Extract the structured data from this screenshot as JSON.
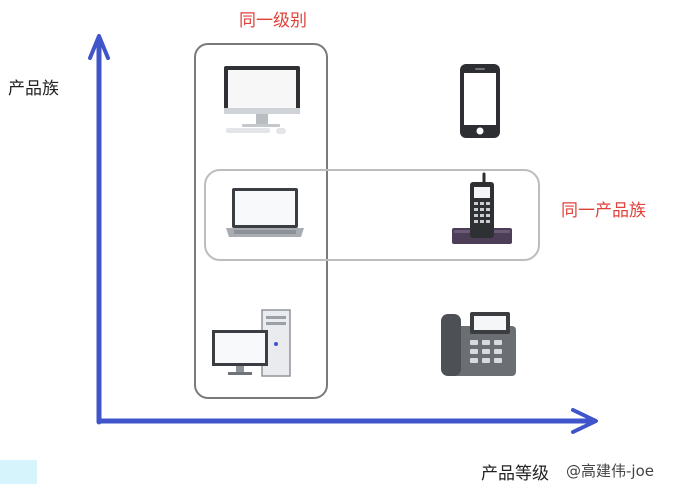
{
  "labels": {
    "same_level": "同一级别",
    "product_family_axis": "产品族",
    "same_product_family": "同一产品族",
    "product_level_axis": "产品等级"
  },
  "watermark": "@高建伟-joe",
  "colors": {
    "axis": "#3f55c9",
    "highlight_text": "#e0423a",
    "level_box": "#7a7a7a",
    "family_box": "#bdbdbd"
  },
  "grid": {
    "rows": [
      "row-1",
      "row-2",
      "row-3"
    ],
    "cells": [
      {
        "row": 1,
        "col": 1,
        "icon": "desktop-monitor-icon"
      },
      {
        "row": 1,
        "col": 2,
        "icon": "smartphone-icon"
      },
      {
        "row": 2,
        "col": 1,
        "icon": "laptop-icon"
      },
      {
        "row": 2,
        "col": 2,
        "icon": "cordless-phone-icon"
      },
      {
        "row": 3,
        "col": 1,
        "icon": "desktop-tower-icon"
      },
      {
        "row": 3,
        "col": 2,
        "icon": "desk-telephone-icon"
      }
    ]
  }
}
